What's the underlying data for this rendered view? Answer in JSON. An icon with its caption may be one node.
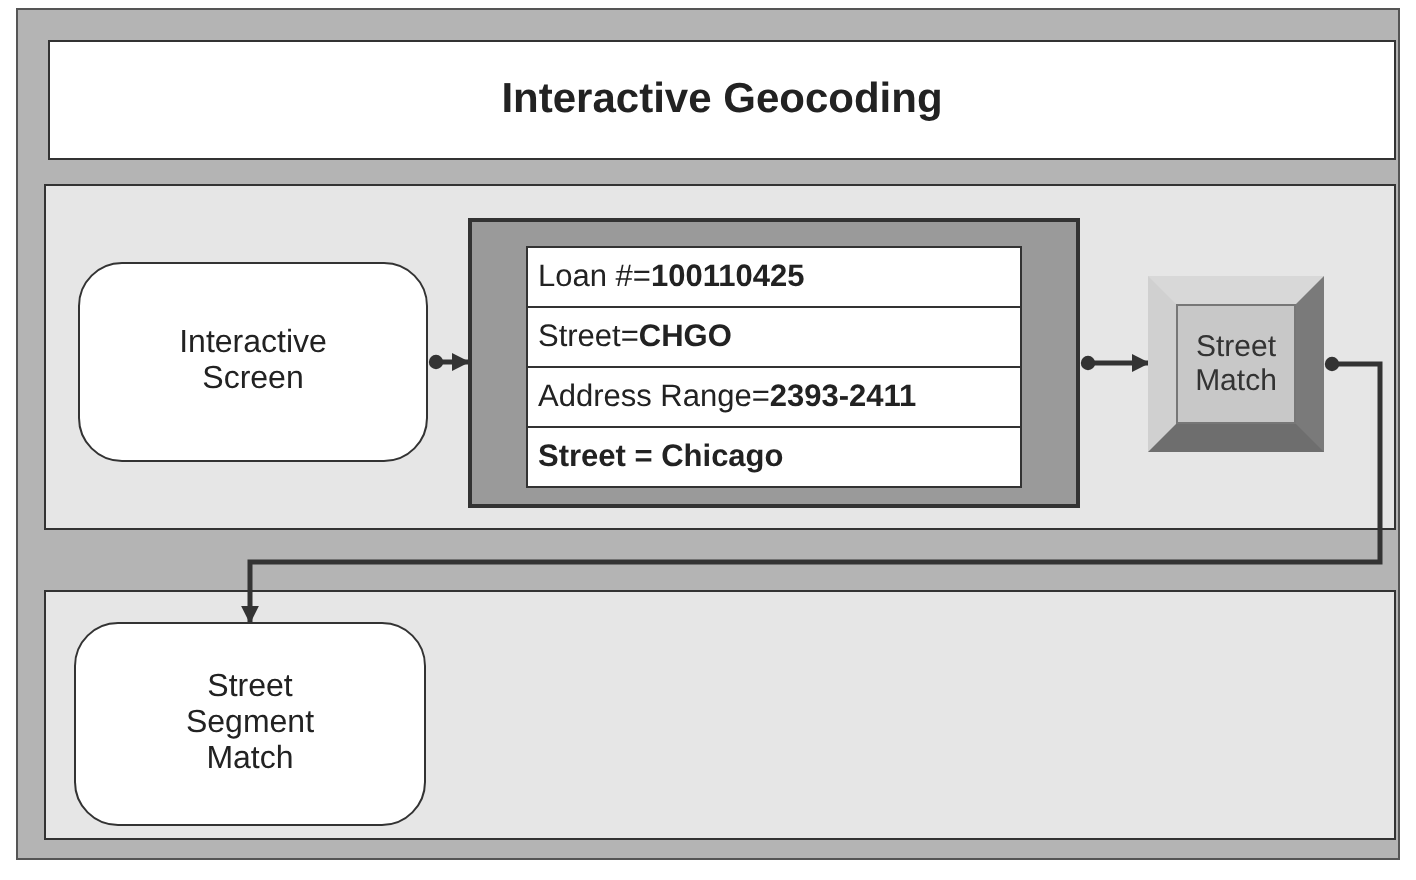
{
  "diagram": {
    "title": "Interactive Geocoding",
    "nodes": [
      {
        "text": [],
        "shape": "box"
      },
      {
        "text": [
          "Interactive Screen"
        ],
        "in": 0
      },
      {
        "text": [
          "Loan #=**100110425**",
          "Street=**CHGO**",
          "Address Range=**2393-2411**",
          "Street = Chicago"
        ],
        "in": 0
      },
      {
        "text": [
          "Street Match"
        ],
        "in": 0
      },
      {
        "text": [],
        "shape": "box"
      },
      {
        "text": [
          "Street Segment Match"
        ],
        "in": 4
      }
    ],
    "edges": [
      {
        "from": 1,
        "to": 2,
        "arrow": "to"
      },
      {
        "from": 2,
        "to": 3,
        "arrow": "to"
      },
      {
        "from": 3,
        "to": 5,
        "arrow": "to"
      }
    ]
  }
}
